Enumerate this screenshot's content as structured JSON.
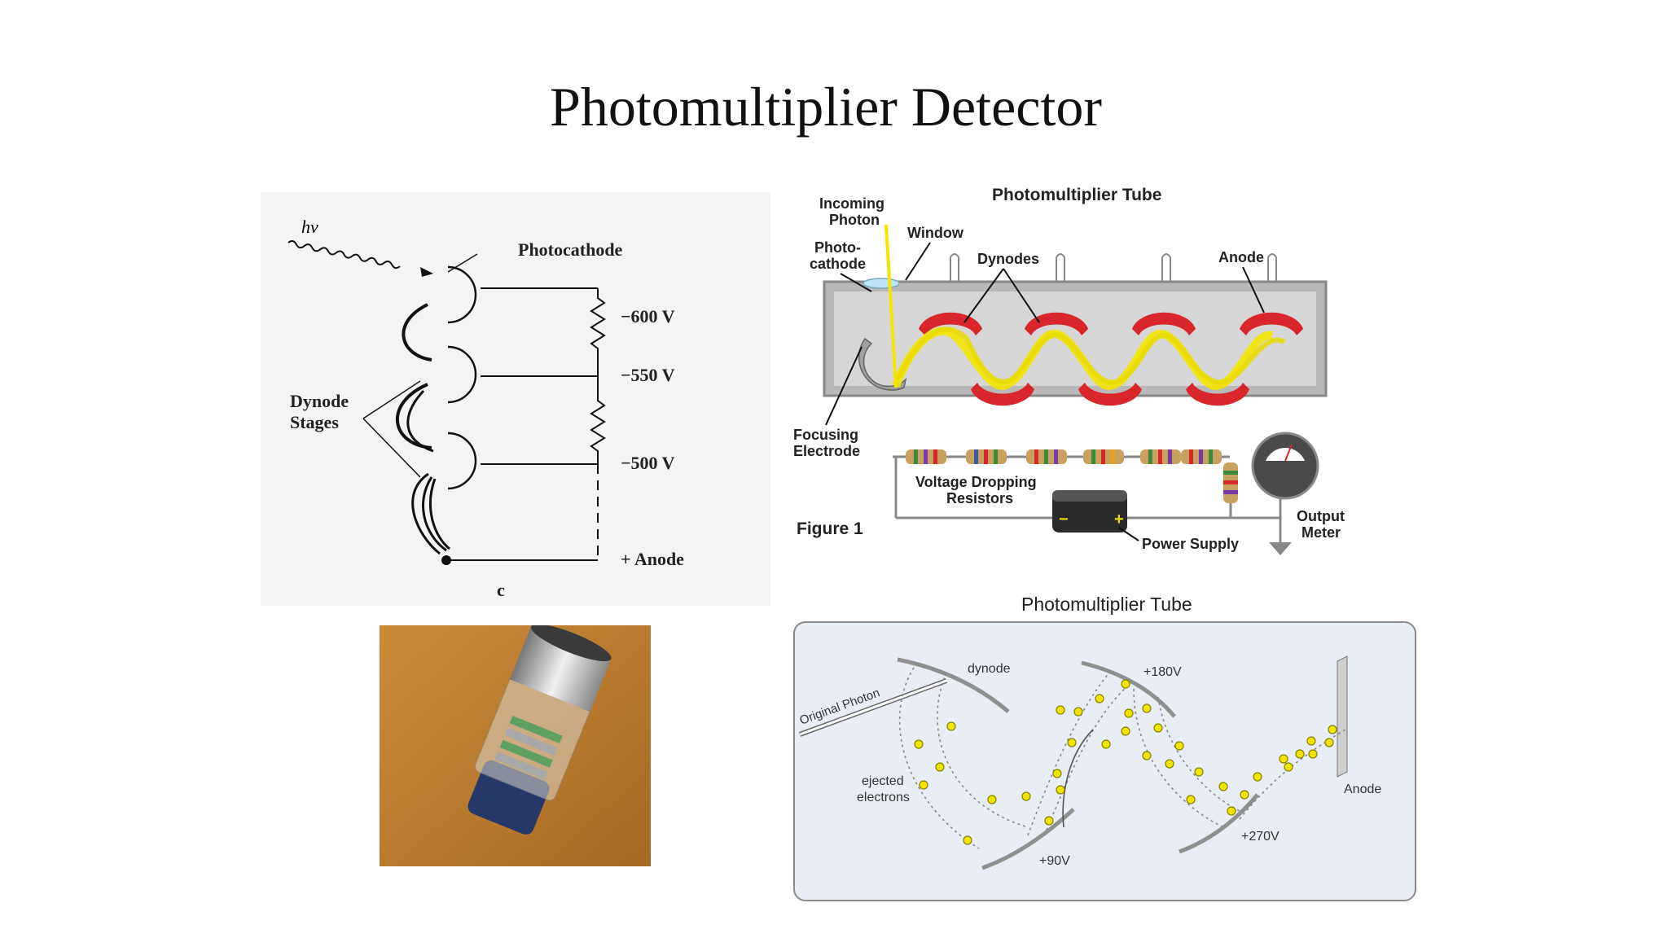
{
  "slide": {
    "title": "Photomultiplier Detector"
  },
  "schematic": {
    "photon": "hν",
    "photocathode": "Photocathode",
    "dynode_stages_1": "Dynode",
    "dynode_stages_2": "Stages",
    "v1": "−600 V",
    "v2": "−550 V",
    "v3": "−500 V",
    "anode": "+ Anode",
    "caption": "c"
  },
  "tube": {
    "title": "Photomultiplier Tube",
    "incoming_1": "Incoming",
    "incoming_2": "Photon",
    "window": "Window",
    "photo_1": "Photo-",
    "photo_2": "cathode",
    "dynodes": "Dynodes",
    "anode": "Anode",
    "focusing_1": "Focusing",
    "focusing_2": "Electrode",
    "resistors_1": "Voltage Dropping",
    "resistors_2": "Resistors",
    "figure": "Figure 1",
    "power": "Power Supply",
    "meter_1": "Output",
    "meter_2": "Meter",
    "minus": "−",
    "plus": "+"
  },
  "cascade": {
    "title": "Photomultiplier Tube",
    "dynode": "dynode",
    "v180": "+180V",
    "photon": "Original Photon",
    "ejected_1": "ejected",
    "ejected_2": "electrons",
    "v90": "+90V",
    "v270": "+270V",
    "anode": "Anode"
  },
  "colors": {
    "accent_red": "#d8262a",
    "electron_yellow": "#f2e600",
    "panel_blue": "#e9eef6"
  }
}
